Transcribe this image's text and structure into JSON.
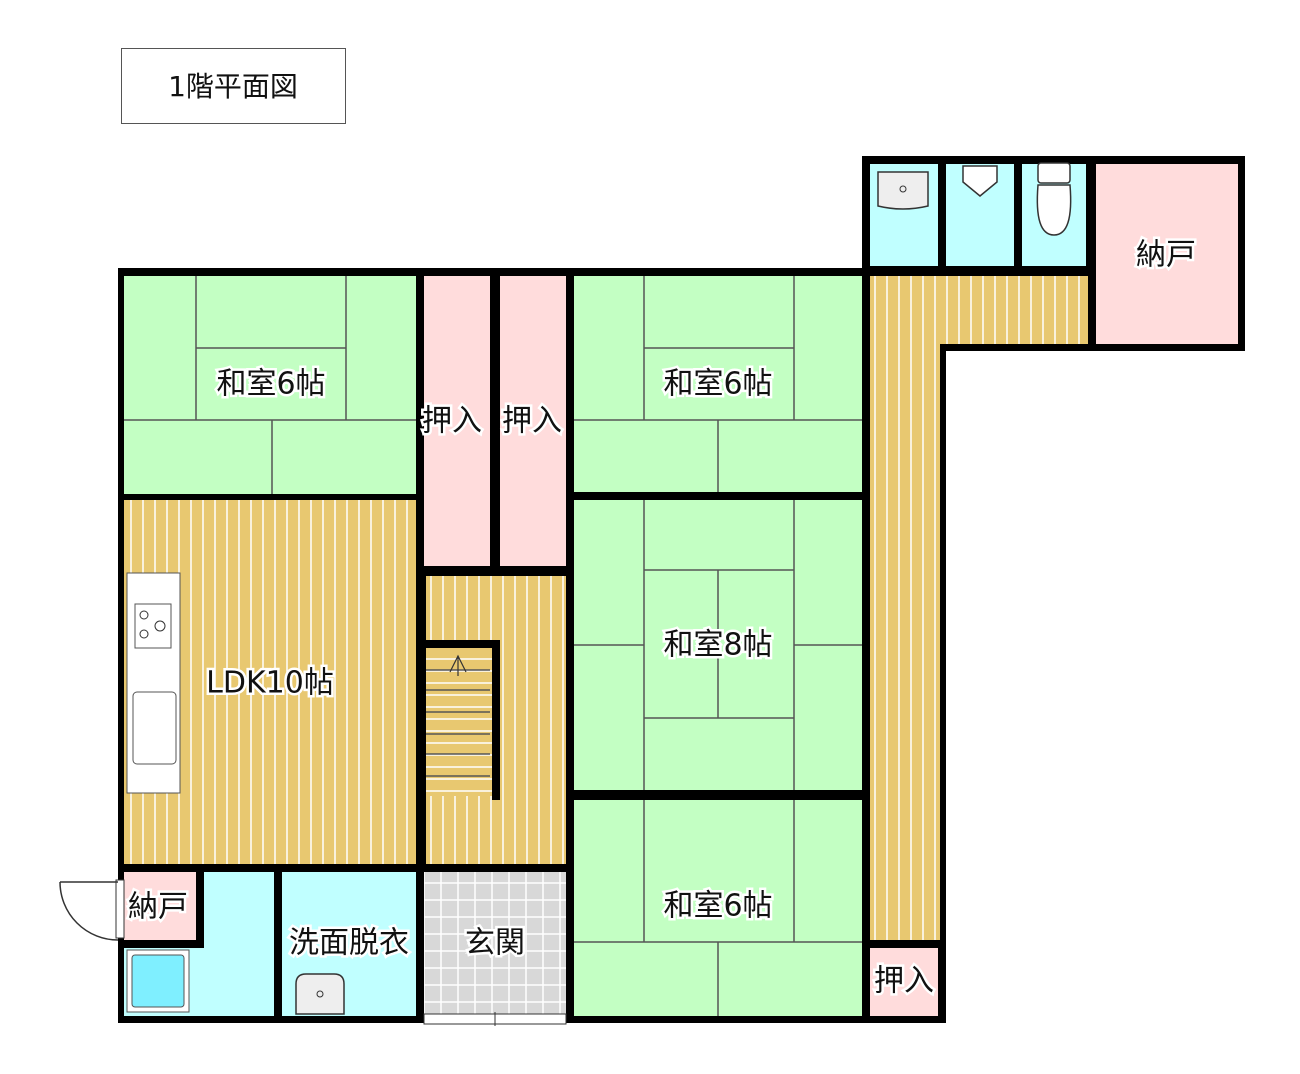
{
  "title": "1階平面図",
  "colors": {
    "tatami": "#c3ffc3",
    "closet": "#ffdcdc",
    "water": "#c0ffff",
    "wood": "#e8c870",
    "entrance": "#d8d8d8",
    "wall": "#000000"
  },
  "rooms": {
    "washitsu_nw": "和室6帖",
    "oshiire_1": "押入",
    "oshiire_2": "押入",
    "washitsu_ne": "和室6帖",
    "washitsu_8": "和室8帖",
    "washitsu_se": "和室6帖",
    "ldk": "LDK10帖",
    "nando_top": "納戸",
    "nando_bottom": "納戸",
    "senmen": "洗面脱衣",
    "genkan": "玄関",
    "oshiire_3": "押入"
  }
}
